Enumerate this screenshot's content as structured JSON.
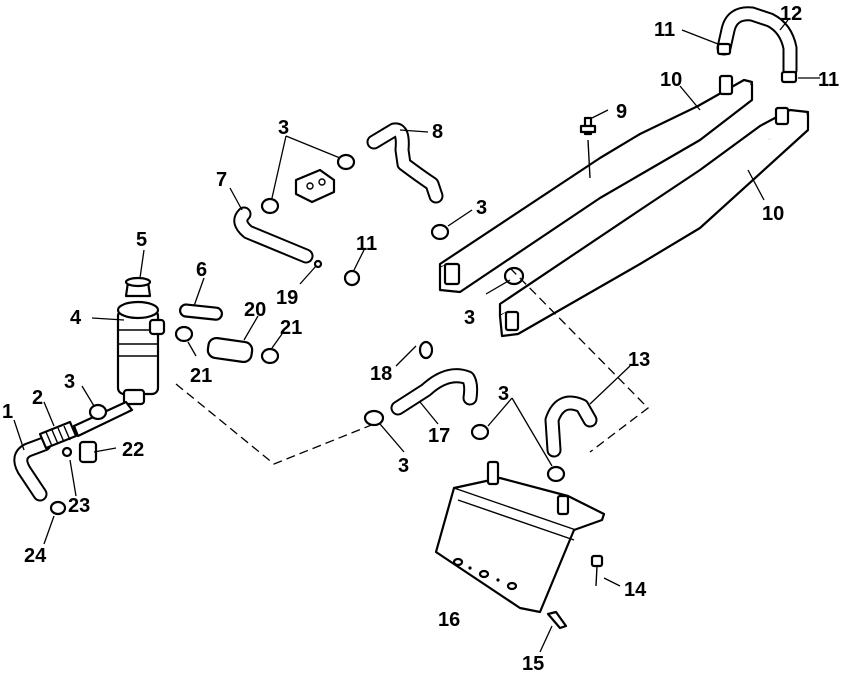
{
  "callouts": {
    "c1": "1",
    "c2": "2",
    "c3a": "3",
    "c3b": "3",
    "c3c": "3",
    "c3d": "3",
    "c3e": "3",
    "c3f": "3",
    "c4": "4",
    "c5": "5",
    "c6": "6",
    "c7": "7",
    "c8": "8",
    "c9": "9",
    "c10a": "10",
    "c10b": "10",
    "c11a": "11",
    "c11b": "11",
    "c11c": "11",
    "c12": "12",
    "c13": "13",
    "c14": "14",
    "c15": "15",
    "c16": "16",
    "c17": "17",
    "c18": "18",
    "c19": "19",
    "c20": "20",
    "c21a": "21",
    "c21b": "21",
    "c22": "22",
    "c23": "23",
    "c24": "24"
  }
}
